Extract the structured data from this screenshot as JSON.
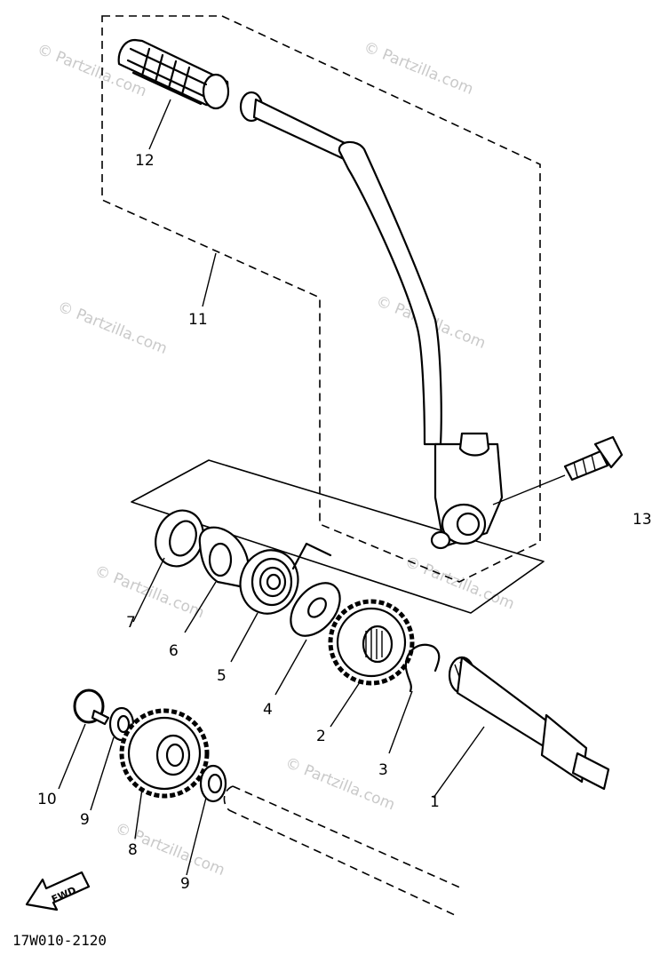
{
  "watermark": {
    "text": "© Partzilla.com",
    "color": "#c9c9c9"
  },
  "parts": {
    "p1": "1",
    "p2": "2",
    "p3": "3",
    "p4": "4",
    "p5": "5",
    "p6": "6",
    "p7": "7",
    "p8": "8",
    "p9a": "9",
    "p9b": "9",
    "p10": "10",
    "p11": "11",
    "p12": "12",
    "p13": "13"
  },
  "fwd_label": "FWD",
  "diagram_code": "17W010-2120",
  "icons": {
    "direction": "fwd-arrow-icon"
  }
}
